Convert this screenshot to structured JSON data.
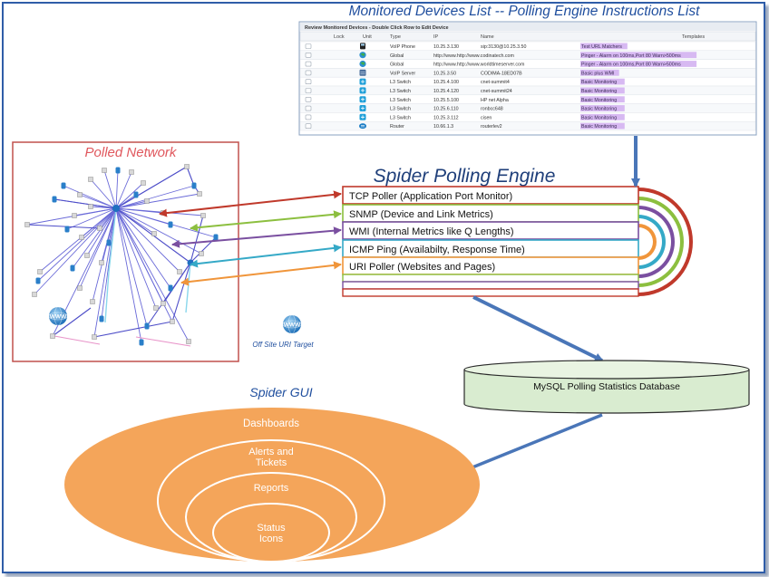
{
  "device_list": {
    "title": "Monitored Devices List -- Polling Engine Instructions List",
    "header": "Review Monitored Devices - Double Click Row to Edit Device",
    "columns": [
      "",
      "Lock",
      "Unit",
      "Type",
      "IP",
      "Name",
      "Templates"
    ],
    "rows": [
      {
        "type": "VoIP Phone",
        "ip": "10.25.3.130",
        "name": "sip:3130@10.25.3.50",
        "template": "Test URL Matchers",
        "icon": "phone-icon"
      },
      {
        "type": "Global",
        "ip": "http://www.http://www.codinatech.com",
        "name": "",
        "template": "Pinger - Alarm on 100ms,Port 80 Warn>500ms",
        "icon": "globe-icon"
      },
      {
        "type": "Global",
        "ip": "http://www.http://www.worldtimeserver.com",
        "name": "",
        "template": "Pinger - Alarm on 100ms,Port 80 Warn>500ms",
        "icon": "globe-icon"
      },
      {
        "type": "VoIP Server",
        "ip": "10.25.3.50",
        "name": "CODIMA-18ED07B",
        "template": "Basic plus WMI",
        "icon": "server-icon"
      },
      {
        "type": "L3 Switch",
        "ip": "10.25.4.100",
        "name": "cnet-summit4",
        "template": "Basic Monitoring",
        "icon": "switch-icon"
      },
      {
        "type": "L3 Switch",
        "ip": "10.25.4.120",
        "name": "cnet-summit24",
        "template": "Basic Monitoring",
        "icon": "switch-icon"
      },
      {
        "type": "L3 Switch",
        "ip": "10.25.5.100",
        "name": "HP net Alpha",
        "template": "Basic Monitoring",
        "icon": "switch-icon"
      },
      {
        "type": "L3 Switch",
        "ip": "10.25.6.110",
        "name": "ronbcc648",
        "template": "Basic Monitoring",
        "icon": "switch-icon"
      },
      {
        "type": "L3 Switch",
        "ip": "10.25.3.112",
        "name": "cisen",
        "template": "Basic Monitoring",
        "icon": "switch-icon"
      },
      {
        "type": "Router",
        "ip": "10.66.1.3",
        "name": "routerlev2",
        "template": "Basic Monitoring",
        "icon": "router-icon"
      }
    ]
  },
  "polled_network": {
    "title": "Polled Network",
    "offsite_label": "Off Site URI Target",
    "www_label": "WWW"
  },
  "engine": {
    "title": "Spider Polling Engine",
    "pollers": [
      {
        "label": "TCP Poller (Application Port Monitor)",
        "color": "#c0392b"
      },
      {
        "label": "SNMP (Device and Link Metrics)",
        "color": "#8cbf3f"
      },
      {
        "label": "WMI (Internal Metrics like Q Lengths)",
        "color": "#7a4fa0"
      },
      {
        "label": "ICMP Ping (Availabilty, Response Time)",
        "color": "#35a9c7"
      },
      {
        "label": "URI Poller (Websites and Pages)",
        "color": "#f0953a"
      }
    ]
  },
  "database": {
    "label": "MySQL Polling Statistics Database"
  },
  "gui": {
    "title": "Spider GUI",
    "layers": [
      "Dashboards",
      "Alerts and Tickets",
      "Reports",
      "Status Icons"
    ]
  },
  "colors": {
    "accent_blue": "#4a76b8",
    "frame_blue": "#2f5da8",
    "orange": "#f4a55a",
    "db_fill": "#d9ecd0"
  }
}
